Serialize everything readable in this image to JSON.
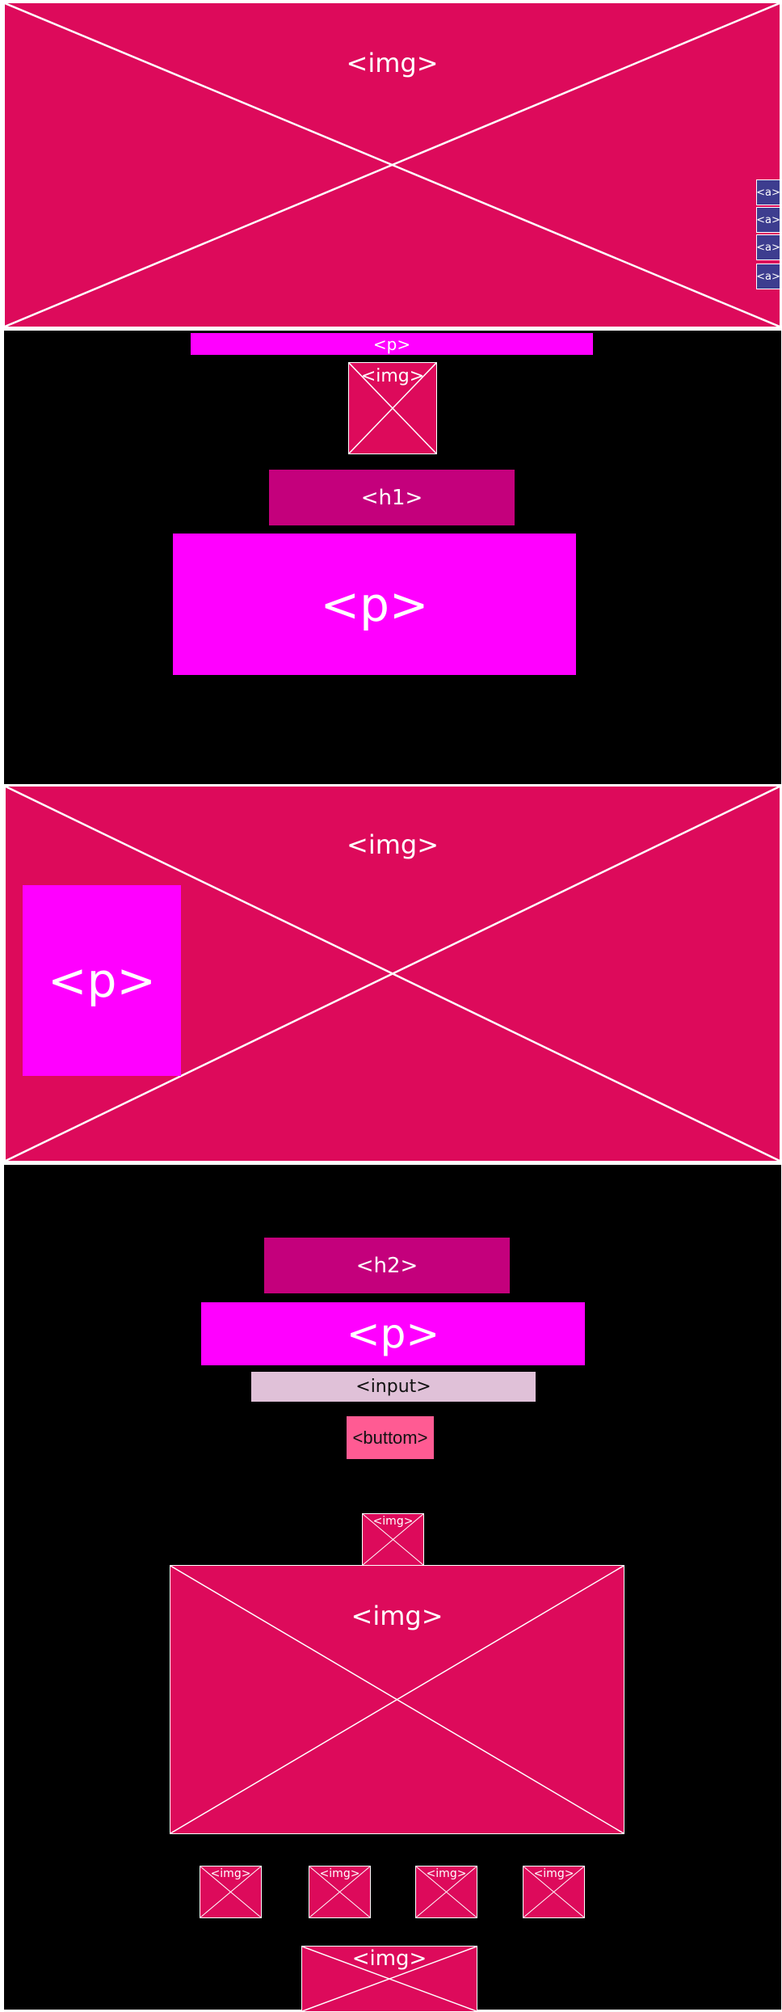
{
  "labels": {
    "img": "<img>",
    "p": "<p>",
    "h1": "<h1>",
    "h2": "<h2>",
    "a": "<a>",
    "input": "<input>",
    "button": "<buttom>"
  },
  "colors": {
    "image_placeholder": "#dd0a5b",
    "paragraph": "#ff00ff",
    "heading": "#c4007c",
    "section_bg": "#000000",
    "nav_link": "#3d3d8f",
    "input": "#e0c1d8",
    "button": "#ff5b93",
    "outline": "#ffffff"
  }
}
